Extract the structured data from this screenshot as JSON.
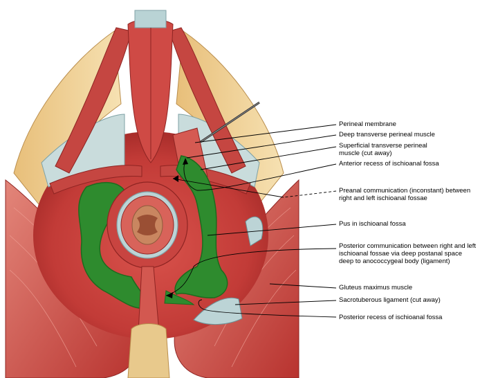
{
  "labels": {
    "perineal_membrane": "Perineal membrane",
    "deep_transverse": "Deep transverse perineal muscle",
    "superficial_transverse_1": "Superficial transverse perineal",
    "superficial_transverse_2": "muscle (cut away)",
    "anterior_recess": "Anterior recess of ischioanal fossa",
    "preanal_1": "Preanal communication (inconstant) between",
    "preanal_2": "right and left ischioanal fossae",
    "pus": "Pus in ischioanal fossa",
    "posterior_comm_1": "Posterior communication between right and left",
    "posterior_comm_2": "ischioanal  fossae via deep postanal space",
    "posterior_comm_3": "deep to anococcygeal body (ligament)",
    "gluteus": "Gluteus maximus muscle",
    "sacrotuberous": "Sacrotuberous ligament (cut away)",
    "posterior_recess": "Posterior recess of ischioanal fossa"
  },
  "colors": {
    "muscle": "#c7423f",
    "muscle_dark": "#a52a2a",
    "muscle_light": "#e07a6f",
    "fat": "#f0d49e",
    "fascia": "#bcd4d6",
    "pus": "#2e8b2e",
    "pus_dark": "#1d6b1d",
    "anus": "#c98660"
  }
}
